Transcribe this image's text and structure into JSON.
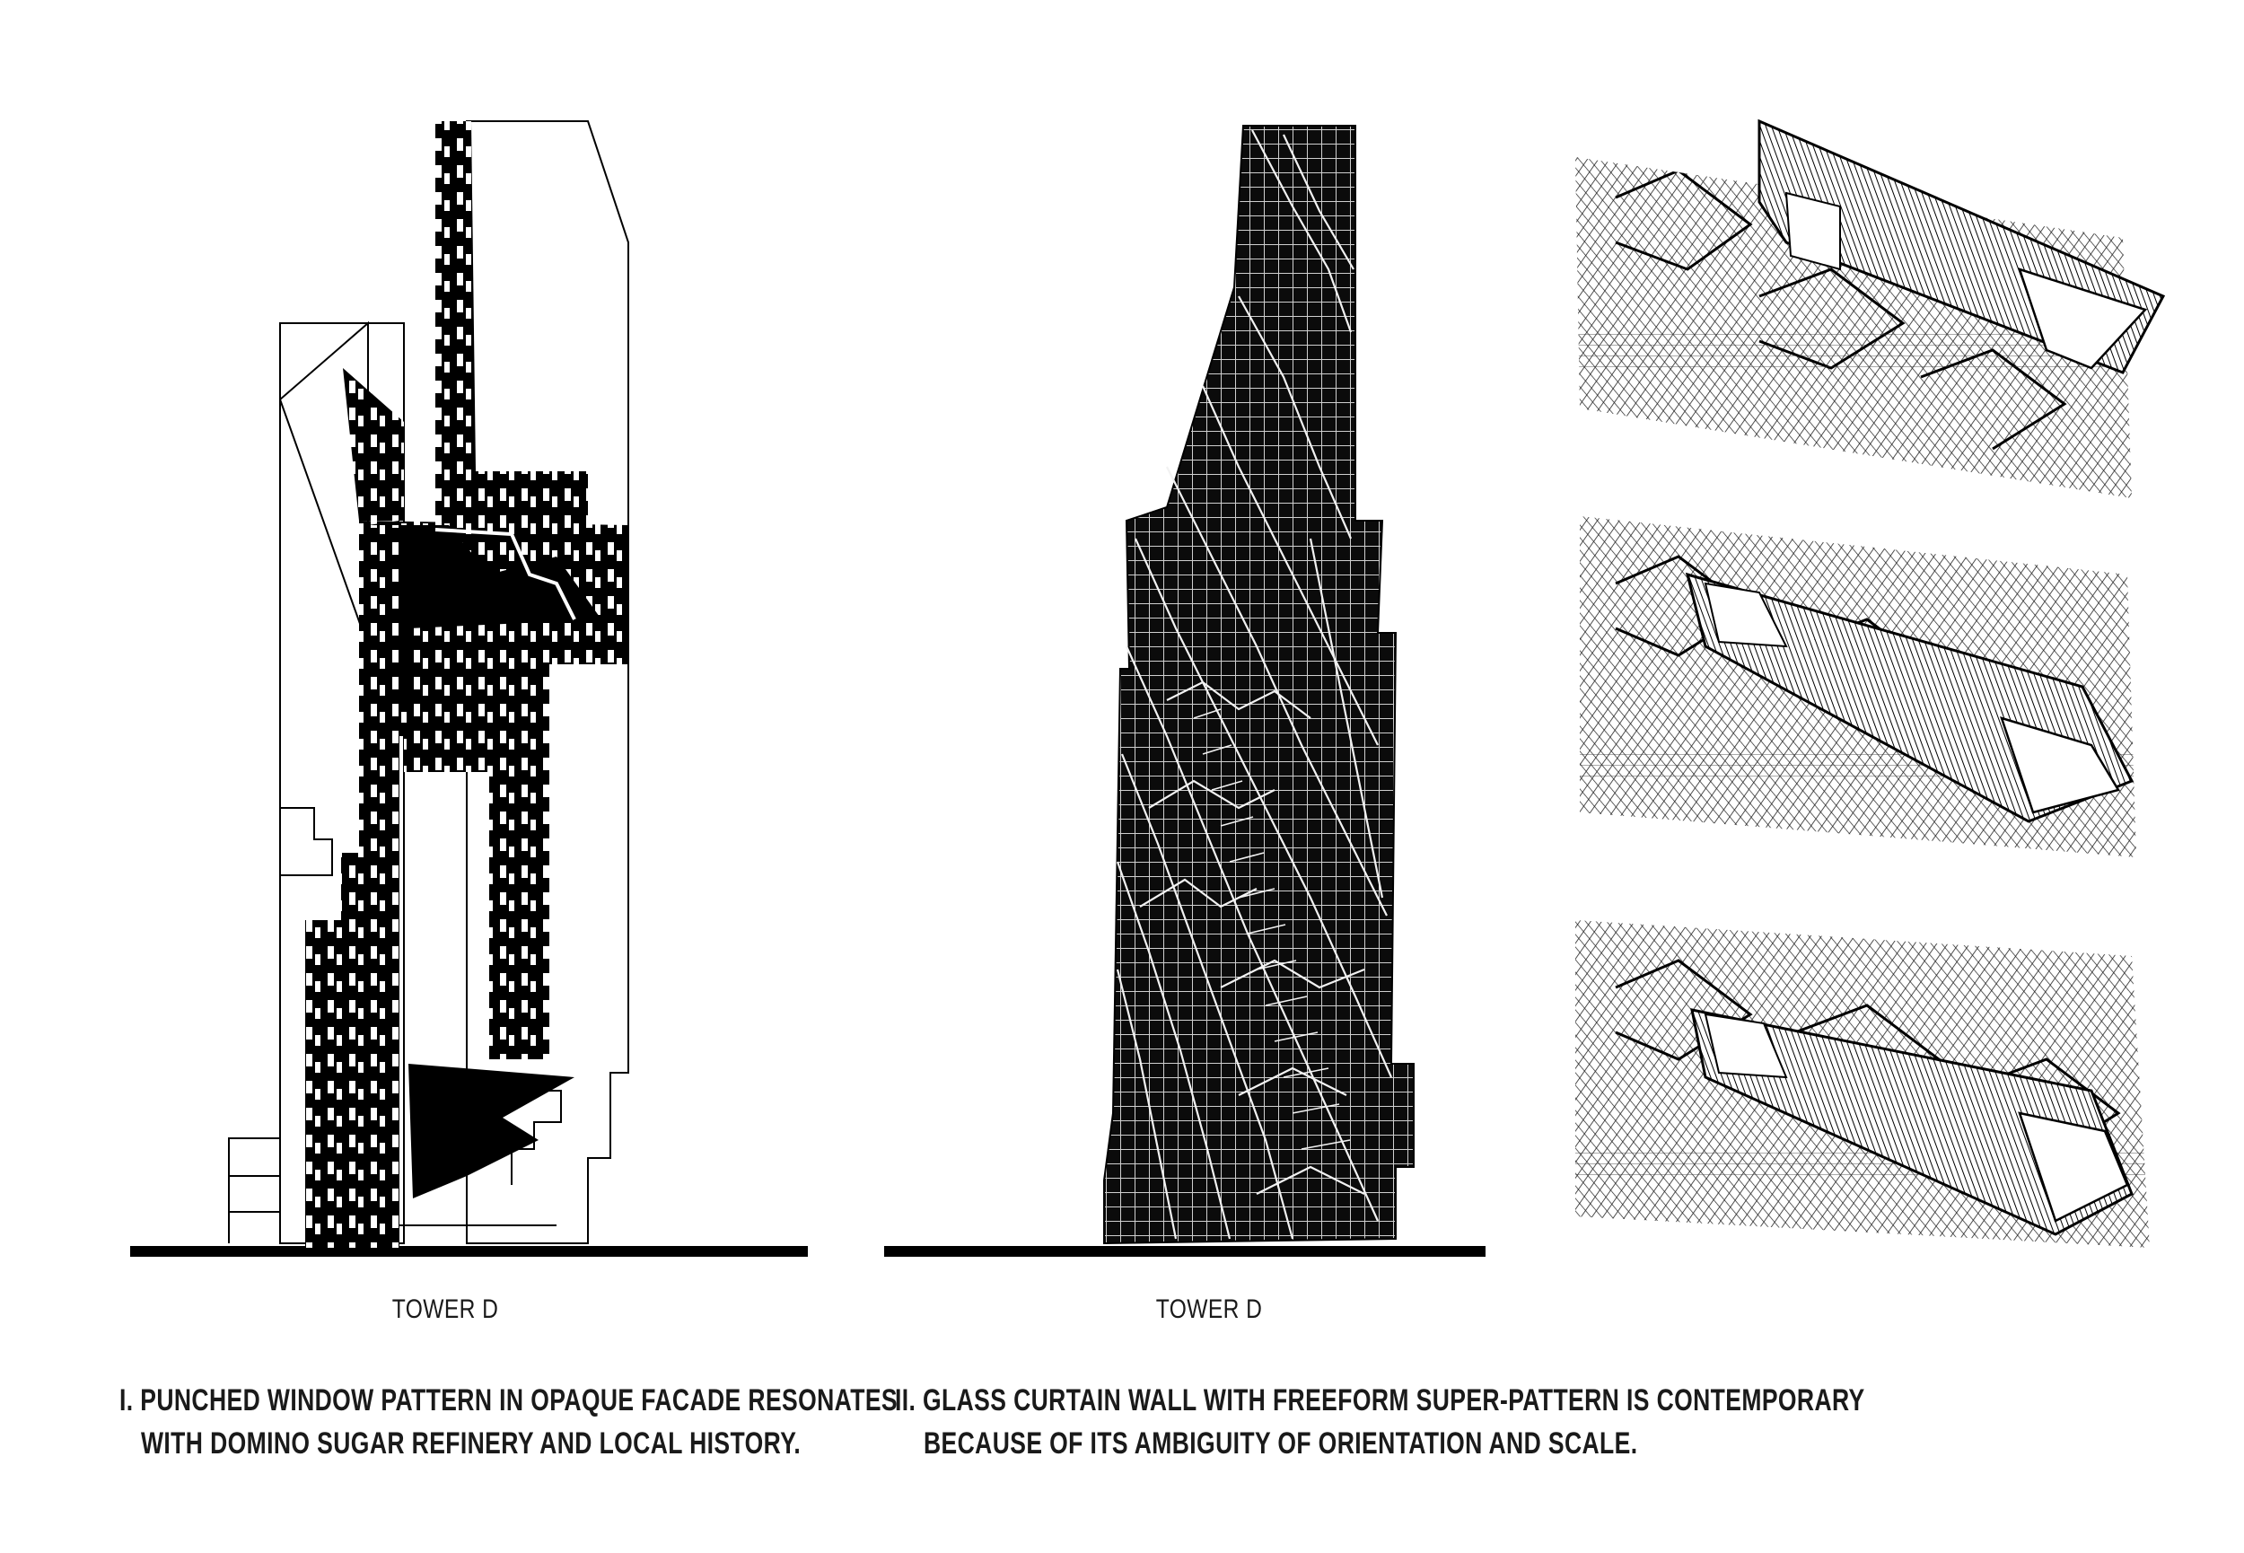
{
  "drawings": {
    "left": {
      "label": "TOWER D"
    },
    "middle": {
      "label": "TOWER D"
    },
    "right": {
      "count": 3
    }
  },
  "captions": {
    "first_line1": "I. PUNCHED WINDOW PATTERN IN OPAQUE FACADE RESONATES",
    "first_line2": "WITH DOMINO SUGAR REFINERY AND LOCAL HISTORY.",
    "second_line1": "II. GLASS CURTAIN WALL WITH FREEFORM SUPER-PATTERN IS CONTEMPORARY",
    "second_line2": "BECAUSE OF ITS AMBIGUITY OF ORIENTATION AND SCALE."
  },
  "colors": {
    "ink": "#000000",
    "paper": "#ffffff",
    "text": "#1a1a1a"
  }
}
